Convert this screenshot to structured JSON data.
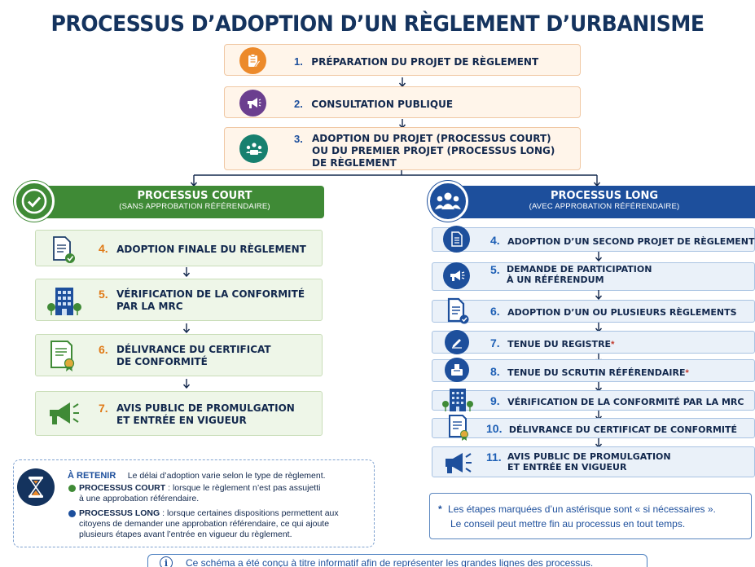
{
  "title": "PROCESSUS D’ADOPTION D’UN RÈGLEMENT D’URBANISME",
  "top_steps": [
    {
      "num": "1.",
      "label": "PRÉPARATION DU PROJET DE RÈGLEMENT",
      "icon": "clipboard-pencil-icon"
    },
    {
      "num": "2.",
      "label": "CONSULTATION PUBLIQUE",
      "icon": "megaphone-icon"
    },
    {
      "num": "3.",
      "label_lines": [
        "ADOPTION DU PROJET (PROCESSUS COURT)",
        "OU DU PREMIER PROJET (PROCESSUS LONG)",
        "DE RÈGLEMENT"
      ],
      "icon": "meeting-icon"
    }
  ],
  "court": {
    "header": "PROCESSUS COURT",
    "subheader": "(SANS APPROBATION RÉFÉRENDAIRE)",
    "steps": [
      {
        "num": "4.",
        "lines": [
          "ADOPTION FINALE DU RÈGLEMENT"
        ],
        "icon": "document-check-icon"
      },
      {
        "num": "5.",
        "lines": [
          "VÉRIFICATION DE LA CONFORMITÉ",
          "PAR LA MRC"
        ],
        "icon": "building-icon"
      },
      {
        "num": "6.",
        "lines": [
          "DÉLIVRANCE DU CERTIFICAT",
          "DE CONFORMITÉ"
        ],
        "icon": "certificate-icon"
      },
      {
        "num": "7.",
        "lines": [
          "AVIS PUBLIC DE PROMULGATION",
          "ET ENTRÉE EN VIGUEUR"
        ],
        "icon": "megaphone-icon"
      }
    ]
  },
  "long": {
    "header": "PROCESSUS LONG",
    "subheader": "(AVEC APPROBATION RÉFÉRENDAIRE)",
    "steps": [
      {
        "num": "4.",
        "lines": [
          "ADOPTION D’UN SECOND PROJET DE RÈGLEMENT"
        ],
        "star": "",
        "icon": "document-icon"
      },
      {
        "num": "5.",
        "lines": [
          "DEMANDE DE PARTICIPATION",
          "À UN RÉFÉRENDUM"
        ],
        "star": "",
        "icon": "megaphone-icon"
      },
      {
        "num": "6.",
        "lines": [
          "ADOPTION D’UN OU PLUSIEURS RÈGLEMENTS"
        ],
        "star": "",
        "icon": "document-check-icon"
      },
      {
        "num": "7.",
        "lines": [
          "TENUE DU REGISTRE"
        ],
        "star": "*",
        "icon": "pen-icon"
      },
      {
        "num": "8.",
        "lines": [
          "TENUE DU SCRUTIN RÉFÉRENDAIRE"
        ],
        "star": "*",
        "icon": "ballot-box-icon"
      },
      {
        "num": "9.",
        "lines": [
          "VÉRIFICATION DE LA CONFORMITÉ PAR LA MRC"
        ],
        "star": "",
        "icon": "building-icon"
      },
      {
        "num": "10.",
        "lines": [
          "DÉLIVRANCE DU CERTIFICAT DE CONFORMITÉ"
        ],
        "star": "",
        "icon": "certificate-icon"
      },
      {
        "num": "11.",
        "lines": [
          "AVIS PUBLIC DE PROMULGATION",
          "ET ENTRÉE EN VIGUEUR"
        ],
        "star": "",
        "icon": "megaphone-icon"
      }
    ]
  },
  "retain": {
    "heading": "À RETENIR",
    "intro": "Le délai d’adoption varie selon le type de règlement.",
    "court_term": "PROCESSUS COURT",
    "court_desc_1": " : lorsque le règlement n’est pas assujetti",
    "court_desc_2": "à une approbation référendaire.",
    "long_term": "PROCESSUS LONG",
    "long_desc_1": " : lorsque certaines dispositions permettent aux",
    "long_desc_2": "citoyens de demander une approbation référendaire, ce qui ajoute",
    "long_desc_3": "plusieurs étapes avant l’entrée en vigueur du règlement."
  },
  "note": {
    "star": "*",
    "line1": "Les étapes marquées d’un astérisque sont « si nécessaires ».",
    "line2": "Le conseil peut mettre fin au processus en tout temps."
  },
  "footer": "Ce schéma a été conçu à titre informatif afin de représenter les grandes lignes des processus.",
  "colors": {
    "orange": "#ec8a2b",
    "purple": "#6b3f8f",
    "teal": "#17806f",
    "green": "#3f8a36",
    "blue": "#1d4f9c",
    "navy": "#14335e"
  }
}
